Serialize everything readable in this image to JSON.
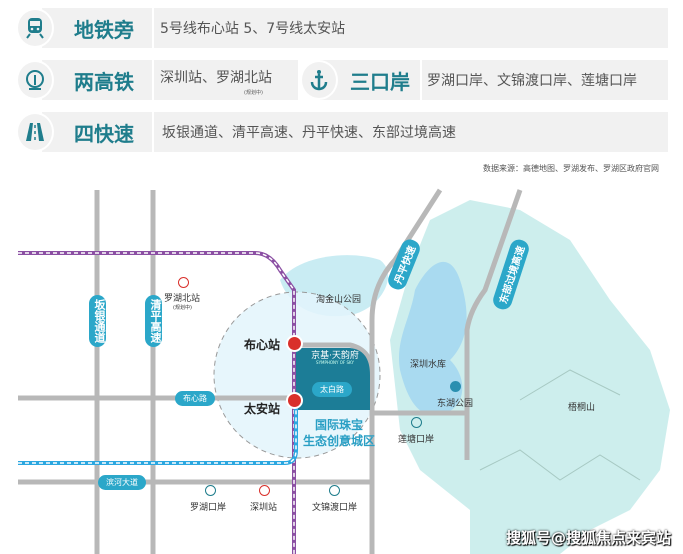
{
  "rows": [
    {
      "label": "地铁旁",
      "text": "5号线布心站  5、7号线太安站",
      "icon": "train-icon"
    },
    {
      "label": "两高铁",
      "text": "深圳站、罗湖北站",
      "note": "(规划中)",
      "icon": "high-speed-rail-icon"
    },
    {
      "label": "三口岸",
      "text": "罗湖口岸、文锦渡口岸、莲塘口岸",
      "icon": "anchor-icon"
    },
    {
      "label": "四快速",
      "text": "坂银通道、清平高速、丹平快速、东部过境高速",
      "icon": "highway-icon"
    }
  ],
  "source": "数据来源：高德地图、罗湖发布、罗湖区政府官网",
  "map": {
    "roads": {
      "banyin": "坂银通道",
      "qingping": "清平高速",
      "danping": "丹平快速",
      "dongbu": "东部过境高速",
      "buxin": "布心路",
      "binhe": "滨河大道",
      "taibai": "太白路"
    },
    "stations": {
      "buxin": "布心站",
      "taian": "太安站",
      "luohu_north": "罗湖北站",
      "luohu_north_note": "(规划中)",
      "shenzhen": "深圳站"
    },
    "ports": {
      "luohu": "罗湖口岸",
      "wenjindu": "文锦渡口岸",
      "liantang": "莲塘口岸"
    },
    "places": {
      "taojinshan": "淘金山公园",
      "reservoir": "深圳水库",
      "donghu": "东湖公园",
      "wutong": "梧桐山"
    },
    "project": {
      "name": "京基·天韵府",
      "sub": "SYMPHONY OF SKY"
    },
    "zone": {
      "line1": "国际珠宝",
      "line2": "生态创意城区"
    },
    "colors": {
      "teal": "#1f7d8c",
      "metro_purple": "#8b4fa3",
      "metro_blue": "#2ba7e0",
      "station_red": "#d9302b"
    }
  },
  "watermark": "搜狐号@搜狐焦点来宾站"
}
